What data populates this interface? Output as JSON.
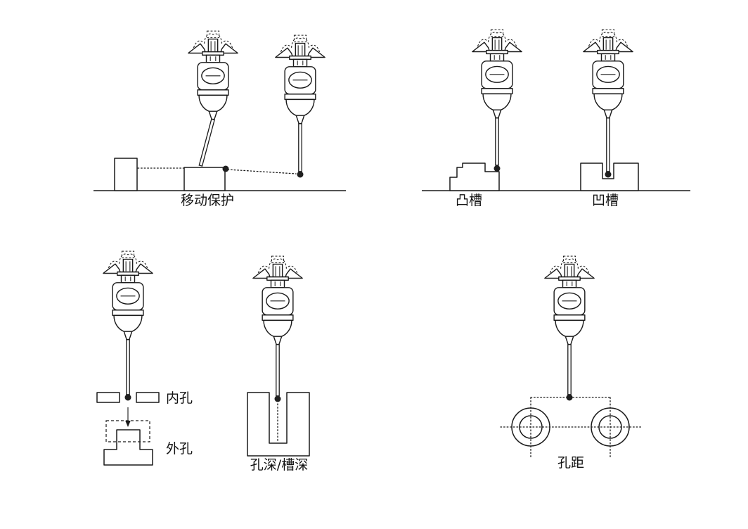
{
  "figures": {
    "move_protection": {
      "label": "移动保护"
    },
    "convex_groove": {
      "label": "凸槽"
    },
    "concave_groove": {
      "label": "凹槽"
    },
    "inner_hole": {
      "label": "内孔"
    },
    "outer_hole": {
      "label": "外孔"
    },
    "hole_depth": {
      "label": "孔深/槽深"
    },
    "hole_distance": {
      "label": "孔距"
    }
  },
  "colors": {
    "line": "#1a1a1a",
    "background": "#ffffff"
  }
}
